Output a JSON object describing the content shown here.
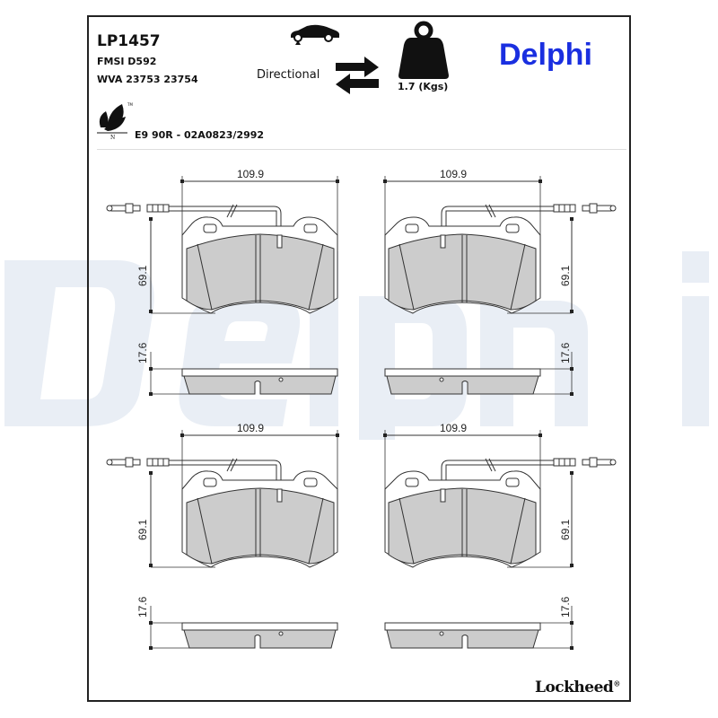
{
  "header": {
    "part_number": "LP1457",
    "fmsi": "FMSI D592",
    "wva": "WVA 23753 23754",
    "approval": "E9 90R - 02A0823/2992",
    "fitting_label": "Directional",
    "weight_label": "1.7 (Kgs)",
    "brand": "Delphi",
    "brand_color": "#1a2fe0"
  },
  "icons": {
    "car": "car-on-lift-icon",
    "arrows": "directional-arrows-icon",
    "weight": "weight-icon",
    "eco": "eco-leaf-icon"
  },
  "drawings": [
    {
      "position": "top-left",
      "width_dim": "109.9",
      "height_dim": "69.1",
      "thickness_dim": "17.6",
      "wire_side": "left"
    },
    {
      "position": "top-right",
      "width_dim": "109.9",
      "height_dim": "69.1",
      "thickness_dim": "17.6",
      "wire_side": "right"
    },
    {
      "position": "bottom-left",
      "width_dim": "109.9",
      "height_dim": "69.1",
      "thickness_dim": "17.6",
      "wire_side": "left"
    },
    {
      "position": "bottom-right",
      "width_dim": "109.9",
      "height_dim": "69.1",
      "thickness_dim": "17.6",
      "wire_side": "right"
    }
  ],
  "footer": {
    "brand": "Lockheed",
    "registered": "®"
  },
  "watermark": "Delphi"
}
